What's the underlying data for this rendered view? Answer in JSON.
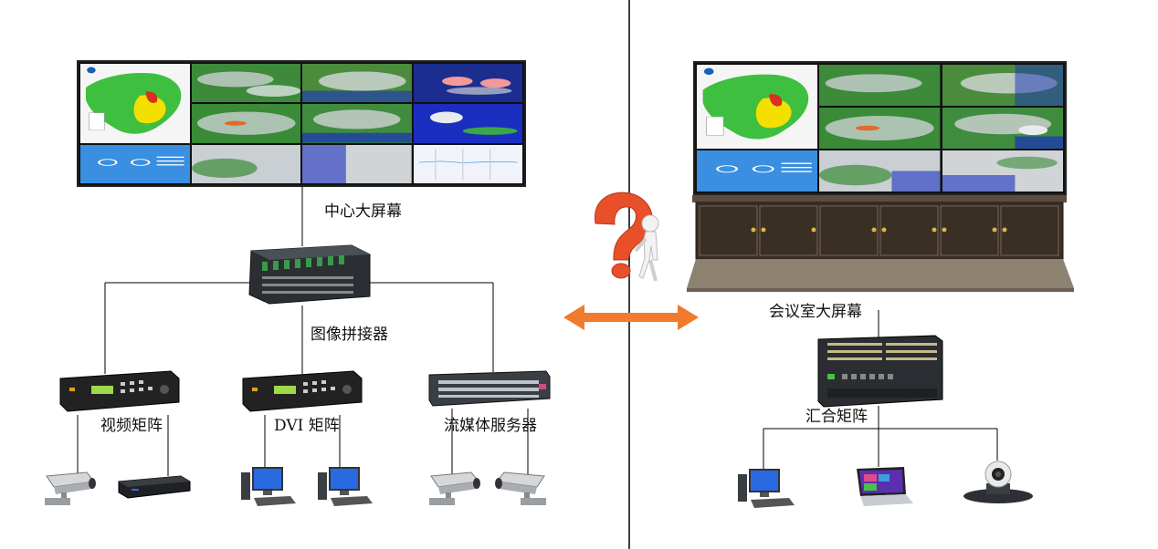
{
  "labels": {
    "center_screen": "中心大屏幕",
    "image_splicer": "图像拼接器",
    "video_matrix": "视频矩阵",
    "dvi_matrix": "DVI 矩阵",
    "streaming_server": "流媒体服务器",
    "meeting_screen": "会议室大屏幕",
    "hub_matrix": "汇合矩阵"
  },
  "colors": {
    "line": "#000000",
    "arrow": "#f07a2e",
    "question": "#e8502a",
    "map_green": "#3fbf3f",
    "map_yellow": "#f3e000",
    "map_red": "#d83020",
    "ocean": "#1a2fbf",
    "cloud": "#d8dcde",
    "panel_blue": "#3a8fe0",
    "cabinet": "#3a2f25"
  },
  "icons": {
    "question": "question-mark-figure-icon",
    "arrow": "double-arrow-icon",
    "camera": "cctv-camera-icon",
    "dvr": "dvr-box-icon",
    "pc": "desktop-pc-icon",
    "laptop": "laptop-icon",
    "conference": "conference-camera-icon"
  }
}
